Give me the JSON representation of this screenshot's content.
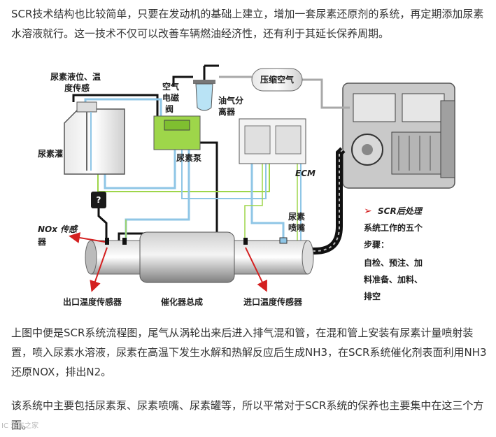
{
  "para1": "SCR技术结构也比较简单，只要在发动机的基础上建立，增加一套尿素还原剂的系统，再定期添加尿素水溶液就行。这一技术不仅可以改善车辆燃油经济性，还有利于其延长保养周期。",
  "para2": "上图中便是SCR系统流程图，尾气从涡轮出来后进入排气混和管，在混和管上安装有尿素计量喷射装置，喷入尿素水溶液，尿素在高温下发生水解和热解反应后生成NH3，在SCR系统催化剂表面利用NH3还原NOX，排出N2。",
  "para3": "该系统中主要包括尿素泵、尿素喷嘴、尿素罐等，所以平常对于SCR系统的保养也主要集中在这三个方面。",
  "watermark": "IC 汽车之家",
  "diagram": {
    "label_level_temp_1": "尿素液位、温",
    "label_level_temp_2": "度传感",
    "label_tank": "尿素灌",
    "label_valve_1": "空气",
    "label_valve_2": "电磁",
    "label_valve_3": "阀",
    "label_pump": "尿素泵",
    "label_separator_1": "油气分",
    "label_separator_2": "离器",
    "label_compressed_air": "压缩空气",
    "label_ecm": "ECM",
    "label_nox": "NOx 传感",
    "label_nox_2": "器",
    "label_nozzle_1": "尿素",
    "label_nozzle_2": "喷嘴",
    "label_outlet_sensor": "出口温度传感器",
    "label_catalyst": "催化器总成",
    "label_inlet_sensor": "进口温度传感器",
    "label_sensor_q": "?",
    "steps_title": "SCR后处理",
    "steps_line2": "系统工作的五个",
    "steps_line3": "步骤：",
    "steps_line4": "自检、预注、加",
    "steps_line5": "料准备、加料、",
    "steps_line6": "排空",
    "arrow_symbol": "➢",
    "colors": {
      "pump_green": "#9ed64a",
      "pipe_blue": "#8fc6e6",
      "line_black": "#111111",
      "arrow_red": "#d42020",
      "pipe_gray": "#a8a8a8"
    }
  }
}
